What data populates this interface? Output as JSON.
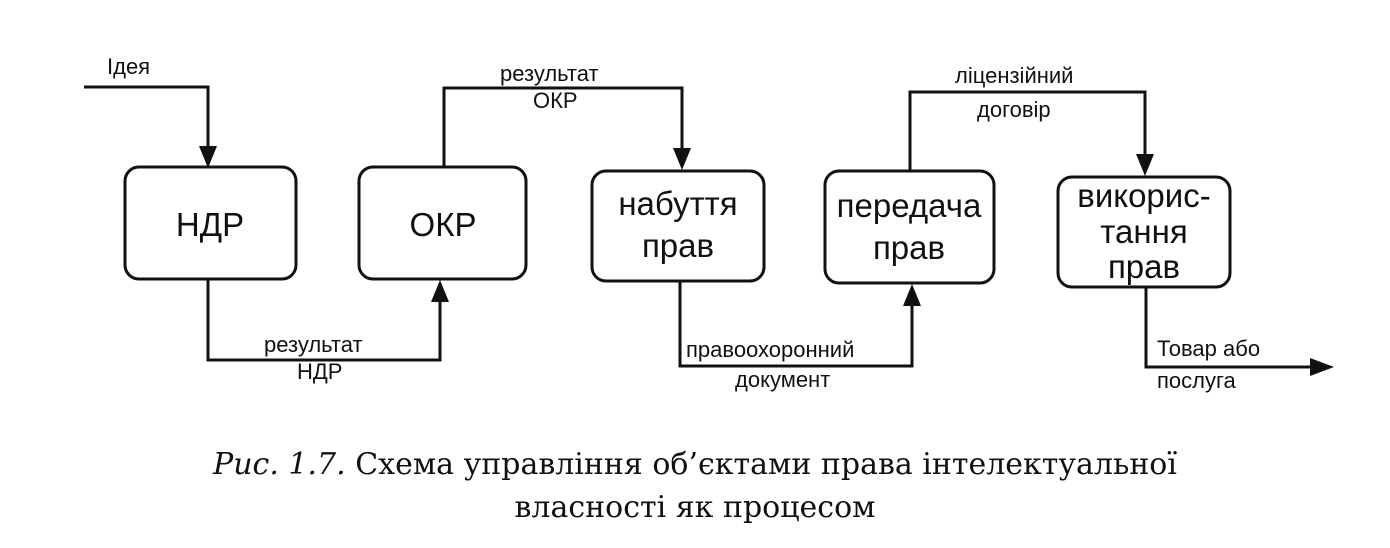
{
  "diagram": {
    "nodes": {
      "ndr": {
        "lines": [
          "НДР"
        ]
      },
      "okr": {
        "lines": [
          "ОКР"
        ]
      },
      "acquisition": {
        "lines": [
          "набуття",
          "прав"
        ]
      },
      "transfer": {
        "lines": [
          "передача",
          "прав"
        ]
      },
      "usage": {
        "lines": [
          "викорис-",
          "тання",
          "прав"
        ]
      }
    },
    "labels": {
      "idea": "Ідея",
      "result_okr": [
        "результат",
        "ОКР"
      ],
      "result_ndr": [
        "результат",
        "НДР"
      ],
      "protection_doc": [
        "правоохоронний",
        "документ"
      ],
      "license": [
        "ліцензійний",
        "договір"
      ],
      "output": [
        "Товар або",
        "послуга"
      ]
    }
  },
  "caption": {
    "number": "Рис. 1.7.",
    "line1": "Схема управління об’єктами права інтелектуальної",
    "line2": "власності як процесом"
  }
}
